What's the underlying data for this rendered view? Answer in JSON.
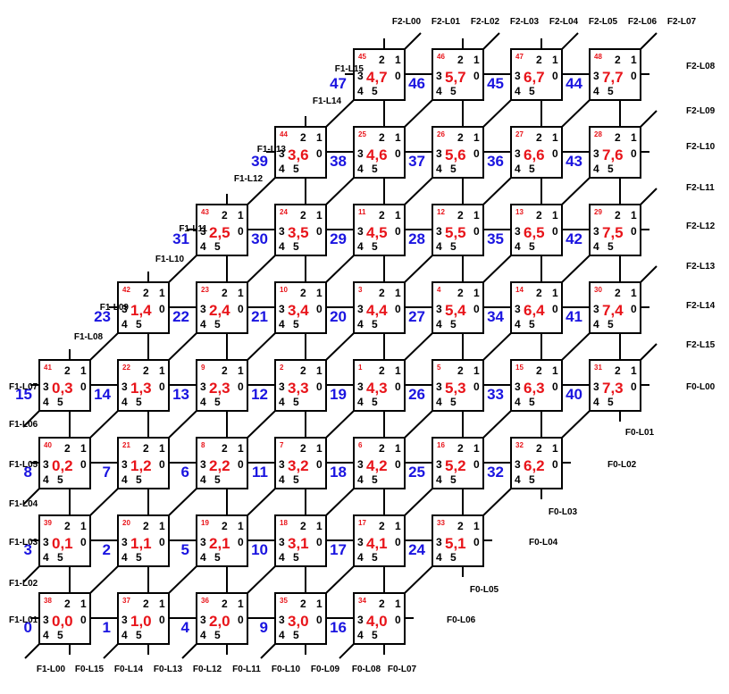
{
  "port_labels": [
    "1",
    "2",
    "0",
    "3",
    "4",
    "5"
  ],
  "grid": {
    "cols": 8,
    "rows": 8,
    "cells": [
      {
        "row": 7,
        "col": 4,
        "id": "45",
        "coord": "4,7"
      },
      {
        "row": 7,
        "col": 5,
        "id": "46",
        "coord": "5,7"
      },
      {
        "row": 7,
        "col": 6,
        "id": "47",
        "coord": "6,7"
      },
      {
        "row": 7,
        "col": 7,
        "id": "48",
        "coord": "7,7"
      },
      {
        "row": 6,
        "col": 3,
        "id": "44",
        "coord": "3,6"
      },
      {
        "row": 6,
        "col": 4,
        "id": "25",
        "coord": "4,6"
      },
      {
        "row": 6,
        "col": 5,
        "id": "26",
        "coord": "5,6"
      },
      {
        "row": 6,
        "col": 6,
        "id": "27",
        "coord": "6,6"
      },
      {
        "row": 6,
        "col": 7,
        "id": "28",
        "coord": "7,6"
      },
      {
        "row": 5,
        "col": 2,
        "id": "43",
        "coord": "2,5"
      },
      {
        "row": 5,
        "col": 3,
        "id": "24",
        "coord": "3,5"
      },
      {
        "row": 5,
        "col": 4,
        "id": "11",
        "coord": "4,5"
      },
      {
        "row": 5,
        "col": 5,
        "id": "12",
        "coord": "5,5"
      },
      {
        "row": 5,
        "col": 6,
        "id": "13",
        "coord": "6,5"
      },
      {
        "row": 5,
        "col": 7,
        "id": "29",
        "coord": "7,5"
      },
      {
        "row": 4,
        "col": 1,
        "id": "42",
        "coord": "1,4"
      },
      {
        "row": 4,
        "col": 2,
        "id": "23",
        "coord": "2,4"
      },
      {
        "row": 4,
        "col": 3,
        "id": "10",
        "coord": "3,4"
      },
      {
        "row": 4,
        "col": 4,
        "id": "3",
        "coord": "4,4"
      },
      {
        "row": 4,
        "col": 5,
        "id": "4",
        "coord": "5,4"
      },
      {
        "row": 4,
        "col": 6,
        "id": "14",
        "coord": "6,4"
      },
      {
        "row": 4,
        "col": 7,
        "id": "30",
        "coord": "7,4"
      },
      {
        "row": 3,
        "col": 0,
        "id": "41",
        "coord": "0,3"
      },
      {
        "row": 3,
        "col": 1,
        "id": "22",
        "coord": "1,3"
      },
      {
        "row": 3,
        "col": 2,
        "id": "9",
        "coord": "2,3"
      },
      {
        "row": 3,
        "col": 3,
        "id": "2",
        "coord": "3,3"
      },
      {
        "row": 3,
        "col": 4,
        "id": "1",
        "coord": "4,3"
      },
      {
        "row": 3,
        "col": 5,
        "id": "5",
        "coord": "5,3"
      },
      {
        "row": 3,
        "col": 6,
        "id": "15",
        "coord": "6,3"
      },
      {
        "row": 3,
        "col": 7,
        "id": "31",
        "coord": "7,3"
      },
      {
        "row": 2,
        "col": 0,
        "id": "40",
        "coord": "0,2"
      },
      {
        "row": 2,
        "col": 1,
        "id": "21",
        "coord": "1,2"
      },
      {
        "row": 2,
        "col": 2,
        "id": "8",
        "coord": "2,2"
      },
      {
        "row": 2,
        "col": 3,
        "id": "7",
        "coord": "3,2"
      },
      {
        "row": 2,
        "col": 4,
        "id": "6",
        "coord": "4,2"
      },
      {
        "row": 2,
        "col": 5,
        "id": "16",
        "coord": "5,2"
      },
      {
        "row": 2,
        "col": 6,
        "id": "32",
        "coord": "6,2"
      },
      {
        "row": 1,
        "col": 0,
        "id": "39",
        "coord": "0,1"
      },
      {
        "row": 1,
        "col": 1,
        "id": "20",
        "coord": "1,1"
      },
      {
        "row": 1,
        "col": 2,
        "id": "19",
        "coord": "2,1"
      },
      {
        "row": 1,
        "col": 3,
        "id": "18",
        "coord": "3,1"
      },
      {
        "row": 1,
        "col": 4,
        "id": "17",
        "coord": "4,1"
      },
      {
        "row": 1,
        "col": 5,
        "id": "33",
        "coord": "5,1"
      },
      {
        "row": 0,
        "col": 0,
        "id": "38",
        "coord": "0,0"
      },
      {
        "row": 0,
        "col": 1,
        "id": "37",
        "coord": "1,0"
      },
      {
        "row": 0,
        "col": 2,
        "id": "36",
        "coord": "2,0"
      },
      {
        "row": 0,
        "col": 3,
        "id": "35",
        "coord": "3,0"
      },
      {
        "row": 0,
        "col": 4,
        "id": "34",
        "coord": "4,0"
      }
    ]
  },
  "link_numbers": [
    {
      "row": 7,
      "gap": 4,
      "label": "47"
    },
    {
      "row": 7,
      "gap": 5,
      "label": "46"
    },
    {
      "row": 7,
      "gap": 6,
      "label": "45"
    },
    {
      "row": 7,
      "gap": 7,
      "label": "44"
    },
    {
      "row": 6,
      "gap": 3,
      "label": "39"
    },
    {
      "row": 6,
      "gap": 4,
      "label": "38"
    },
    {
      "row": 6,
      "gap": 5,
      "label": "37"
    },
    {
      "row": 6,
      "gap": 6,
      "label": "36"
    },
    {
      "row": 6,
      "gap": 7,
      "label": "43"
    },
    {
      "row": 5,
      "gap": 2,
      "label": "31"
    },
    {
      "row": 5,
      "gap": 3,
      "label": "30"
    },
    {
      "row": 5,
      "gap": 4,
      "label": "29"
    },
    {
      "row": 5,
      "gap": 5,
      "label": "28"
    },
    {
      "row": 5,
      "gap": 6,
      "label": "35"
    },
    {
      "row": 5,
      "gap": 7,
      "label": "42"
    },
    {
      "row": 4,
      "gap": 1,
      "label": "23"
    },
    {
      "row": 4,
      "gap": 2,
      "label": "22"
    },
    {
      "row": 4,
      "gap": 3,
      "label": "21"
    },
    {
      "row": 4,
      "gap": 4,
      "label": "20"
    },
    {
      "row": 4,
      "gap": 5,
      "label": "27"
    },
    {
      "row": 4,
      "gap": 6,
      "label": "34"
    },
    {
      "row": 4,
      "gap": 7,
      "label": "41"
    },
    {
      "row": 3,
      "gap": 0,
      "label": "15"
    },
    {
      "row": 3,
      "gap": 1,
      "label": "14"
    },
    {
      "row": 3,
      "gap": 2,
      "label": "13"
    },
    {
      "row": 3,
      "gap": 3,
      "label": "12"
    },
    {
      "row": 3,
      "gap": 4,
      "label": "19"
    },
    {
      "row": 3,
      "gap": 5,
      "label": "26"
    },
    {
      "row": 3,
      "gap": 6,
      "label": "33"
    },
    {
      "row": 3,
      "gap": 7,
      "label": "40"
    },
    {
      "row": 2,
      "gap": 0,
      "label": "8"
    },
    {
      "row": 2,
      "gap": 1,
      "label": "7"
    },
    {
      "row": 2,
      "gap": 2,
      "label": "6"
    },
    {
      "row": 2,
      "gap": 3,
      "label": "11"
    },
    {
      "row": 2,
      "gap": 4,
      "label": "18"
    },
    {
      "row": 2,
      "gap": 5,
      "label": "25"
    },
    {
      "row": 2,
      "gap": 6,
      "label": "32"
    },
    {
      "row": 1,
      "gap": 0,
      "label": "3"
    },
    {
      "row": 1,
      "gap": 1,
      "label": "2"
    },
    {
      "row": 1,
      "gap": 2,
      "label": "5"
    },
    {
      "row": 1,
      "gap": 3,
      "label": "10"
    },
    {
      "row": 1,
      "gap": 4,
      "label": "17"
    },
    {
      "row": 1,
      "gap": 5,
      "label": "24"
    },
    {
      "row": 0,
      "gap": 0,
      "label": "0"
    },
    {
      "row": 0,
      "gap": 1,
      "label": "1"
    },
    {
      "row": 0,
      "gap": 2,
      "label": "4"
    },
    {
      "row": 0,
      "gap": 3,
      "label": "9"
    },
    {
      "row": 0,
      "gap": 4,
      "label": "16"
    }
  ],
  "external_links": {
    "f0": [
      "F0-L00",
      "F0-L01",
      "F0-L02",
      "F0-L03",
      "F0-L04",
      "F0-L05",
      "F0-L06",
      "F0-L07",
      "F0-L08",
      "F0-L09",
      "F0-L10",
      "F0-L11",
      "F0-L12",
      "F0-L13",
      "F0-L14",
      "F0-L15"
    ],
    "f1": [
      "F1-L00",
      "F1-L01",
      "F1-L02",
      "F1-L03",
      "F1-L04",
      "F1-L05",
      "F1-L06",
      "F1-L07",
      "F1-L08",
      "F1-L09",
      "F1-L10",
      "F1-L11",
      "F1-L12",
      "F1-L13",
      "F1-L14",
      "F1-L15"
    ],
    "f2": [
      "F2-L00",
      "F2-L01",
      "F2-L02",
      "F2-L03",
      "F2-L04",
      "F2-L05",
      "F2-L06",
      "F2-L07",
      "F2-L08",
      "F2-L09",
      "F2-L10",
      "F2-L11",
      "F2-L12",
      "F2-L13",
      "F2-L14",
      "F2-L15"
    ]
  },
  "colors": {
    "coord": "#e8141a",
    "node_id": "#e8141a",
    "link_number": "#1a14e0",
    "line": "#000000"
  }
}
